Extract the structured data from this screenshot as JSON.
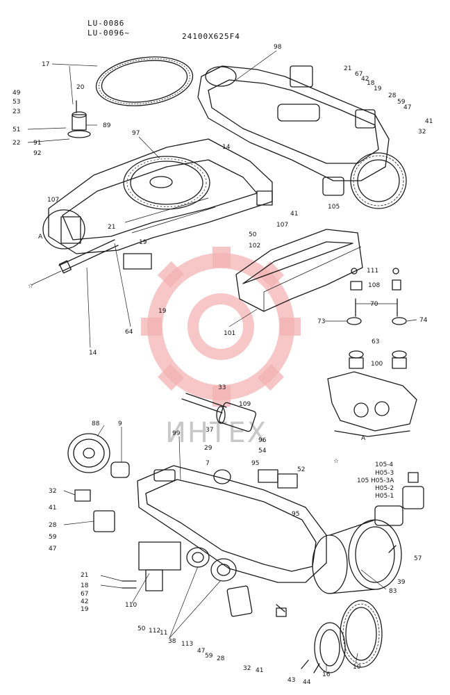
{
  "header": {
    "model_line_1": "LU-0086",
    "model_line_2": "LU-0096~",
    "serial": "24100X625F4"
  },
  "watermark": {
    "text": "ИНТЕХ",
    "color": "#f4b3b3"
  },
  "detail": {
    "marker": "A",
    "caption": "A"
  },
  "upper_labels": [
    "17",
    "20",
    "49",
    "53",
    "23",
    "51",
    "22",
    "91",
    "92",
    "89",
    "97",
    "98",
    "21",
    "67",
    "42",
    "18",
    "19",
    "28",
    "59",
    "47",
    "41",
    "32",
    "14",
    "105",
    "107",
    "A",
    "21",
    "19",
    "50",
    "102",
    "41",
    "107",
    "19",
    "64",
    "14",
    "101",
    "111",
    "108",
    "70",
    "73",
    "74",
    "63",
    "100"
  ],
  "lower_labels": [
    "33",
    "109",
    "88",
    "9",
    "99",
    "37",
    "29",
    "96",
    "54",
    "52",
    "7",
    "95",
    "95",
    "105-4",
    "H05-3",
    "105",
    "H05-3A",
    "H05-2",
    "H05-1",
    "32",
    "41",
    "28",
    "59",
    "47",
    "57",
    "39",
    "83",
    "21",
    "18",
    "67",
    "42",
    "19",
    "110",
    "50",
    "112",
    "11",
    "38",
    "113",
    "47",
    "59",
    "28",
    "32",
    "41",
    "43",
    "44",
    "16",
    "10"
  ]
}
